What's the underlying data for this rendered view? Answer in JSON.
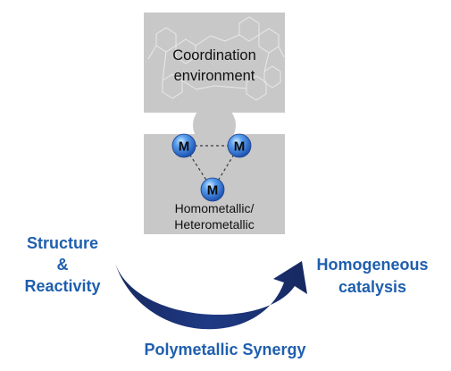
{
  "top_piece": {
    "line1": "Coordination",
    "line2": "environment"
  },
  "bottom_piece": {
    "line1": "Homometallic/",
    "line2": "Heterometallic"
  },
  "metal_label": "M",
  "left_label": {
    "line1": "Structure",
    "line2": "&",
    "line3": "Reactivity"
  },
  "right_label": {
    "line1": "Homogeneous",
    "line2": "catalysis"
  },
  "bottom_label": "Polymetallic Synergy",
  "colors": {
    "puzzle_gray": "#c8c8c8",
    "label_blue": "#1f5fae",
    "arrow_navy": "#1c2f6e",
    "metal_blue": "#2f6fd6"
  }
}
